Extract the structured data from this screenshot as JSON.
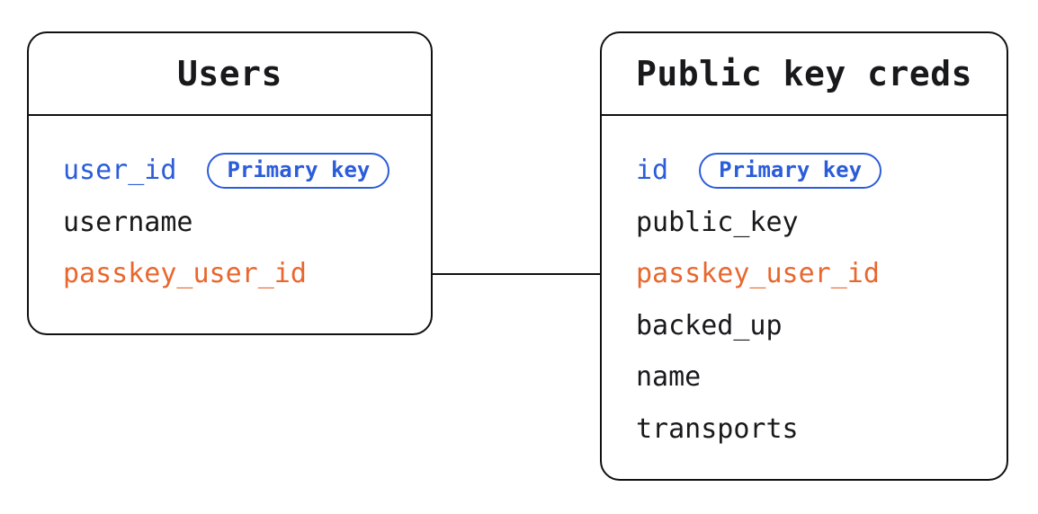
{
  "diagram": {
    "background": "#ffffff",
    "colors": {
      "primary_key_blue": "#2b5cd9",
      "foreign_key_orange": "#e8672e",
      "field_text_black": "#18191b",
      "border_black": "#101010"
    },
    "tables": [
      {
        "title": "Users",
        "fields": [
          {
            "name": "user_id",
            "color": "blue",
            "badge": "Primary key"
          },
          {
            "name": "username",
            "color": "black"
          },
          {
            "name": "passkey_user_id",
            "color": "orange"
          }
        ]
      },
      {
        "title": "Public key creds",
        "fields": [
          {
            "name": "id",
            "color": "blue",
            "badge": "Primary key"
          },
          {
            "name": "public_key",
            "color": "black"
          },
          {
            "name": "passkey_user_id",
            "color": "orange"
          },
          {
            "name": "backed_up",
            "color": "black"
          },
          {
            "name": "name",
            "color": "black"
          },
          {
            "name": "transports",
            "color": "black"
          }
        ]
      }
    ],
    "relationship": {
      "from_table": "Users",
      "from_field": "passkey_user_id",
      "to_table": "Public key creds",
      "to_field": "passkey_user_id"
    }
  }
}
